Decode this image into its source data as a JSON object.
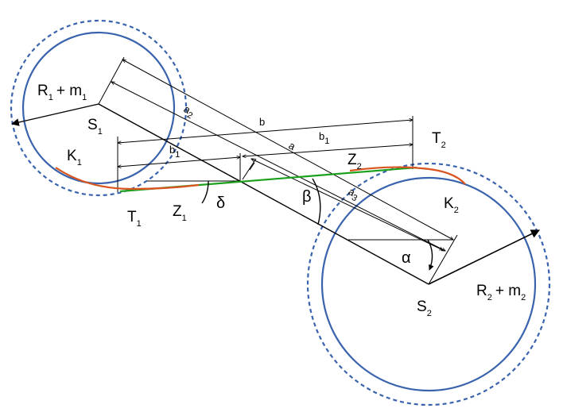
{
  "labels": {
    "r1": "R",
    "r1_sub": "1",
    "r1_plus": "+ m",
    "r1_plus_sub": "1",
    "s1": "S",
    "s1_sub": "1",
    "k1": "K",
    "k1_sub": "1",
    "t1": "T",
    "t1_sub": "1",
    "z1": "Z",
    "z1_sub": "1",
    "delta": "δ",
    "a2": "a",
    "a2_sub": "2",
    "b1_left": "b",
    "b1_left_sub": "1",
    "b_top": "b",
    "a_mid": "a",
    "b1_right": "b",
    "b1_right_sub": "1",
    "t2": "T",
    "t2_sub": "2",
    "z2": "Z",
    "z2_sub": "2",
    "beta": "β",
    "a3": "a",
    "a3_sub": "3",
    "k2": "K",
    "k2_sub": "2",
    "alpha": "α",
    "s2": "S",
    "s2_sub": "2",
    "r2": "R",
    "r2_sub": "2",
    "r2_plus": "+ m",
    "r2_plus_sub": "2"
  },
  "colors": {
    "circle": "#3a63ad",
    "line": "#000000",
    "tangent": "#1aa01a",
    "curve": "#d9541e"
  }
}
